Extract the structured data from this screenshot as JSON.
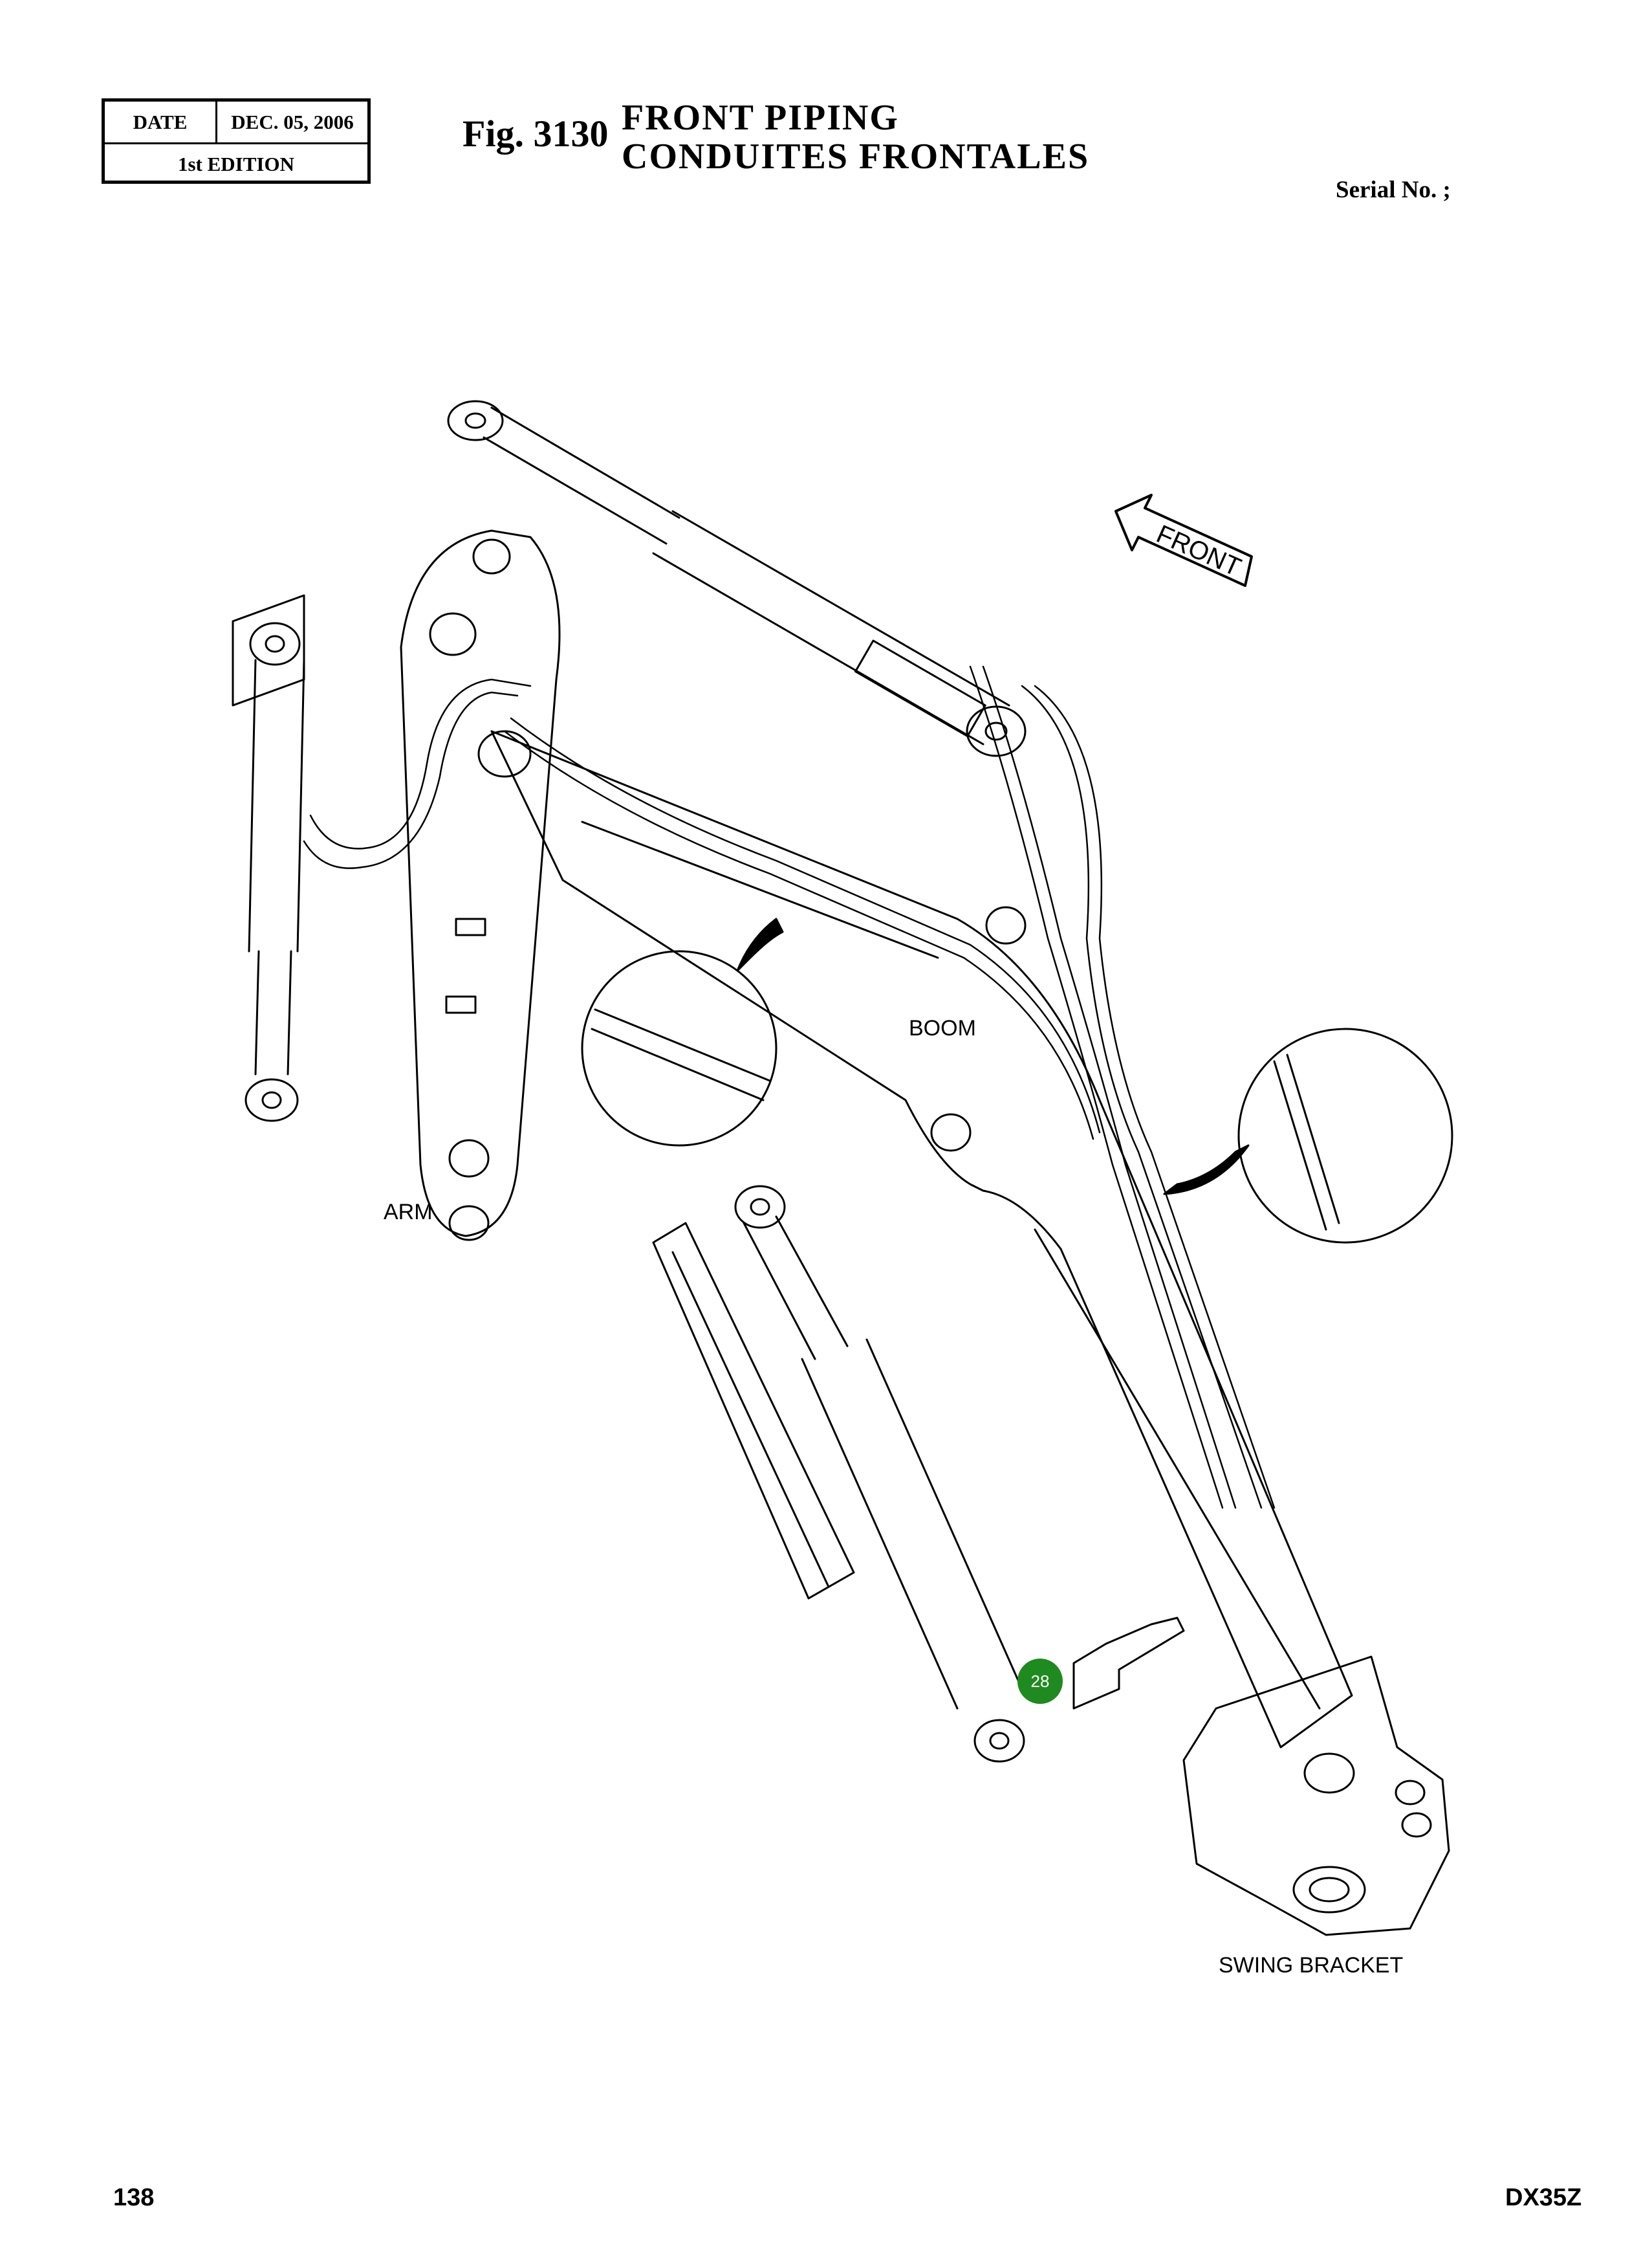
{
  "header": {
    "date_label": "DATE",
    "date_value": "DEC. 05, 2006",
    "edition": "1st EDITION",
    "fig_number": "Fig. 3130",
    "title_en": "FRONT  PIPING",
    "title_fr": "CONDUITES  FRONTALES",
    "serial": "Serial No. ;"
  },
  "diagram": {
    "labels": {
      "boom": "BOOM",
      "arm": "ARM",
      "swing_bracket": "SWING BRACKET",
      "front": "FRONT"
    },
    "callout": "28",
    "callout_color": "#1f8a1f"
  },
  "footer": {
    "page": "138",
    "model": "DX35Z"
  }
}
